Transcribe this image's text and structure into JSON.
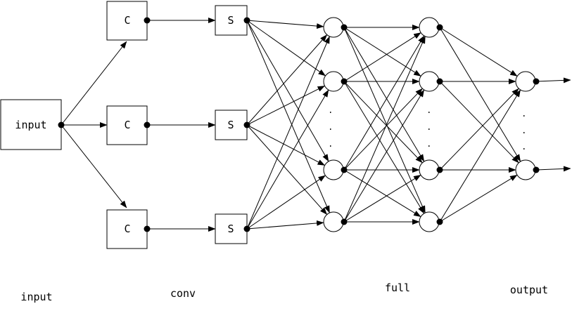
{
  "nodes": {
    "input_box": "input",
    "conv_boxes": [
      "C",
      "C",
      "C"
    ],
    "sub_boxes": [
      "S",
      "S",
      "S"
    ]
  },
  "layer_labels": {
    "input": "input",
    "conv": "conv",
    "full": "full",
    "output": "output"
  },
  "colors": {
    "stroke": "#000000",
    "ellipsis_dots": "#1a1a1a"
  }
}
